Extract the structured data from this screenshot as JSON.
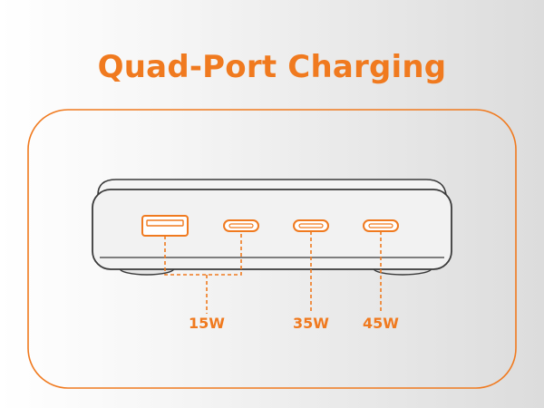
{
  "title": "Quad-Port Charging",
  "ports": [
    {
      "type": "usb-a",
      "watt_label": "15W"
    },
    {
      "type": "usb-c",
      "watt_label": "15W"
    },
    {
      "type": "usb-c",
      "watt_label": "35W"
    },
    {
      "type": "usb-c",
      "watt_label": "45W"
    }
  ],
  "labels": {
    "combined": "15W",
    "port3": "35W",
    "port4": "45W"
  },
  "colors": {
    "accent": "#f07a1f",
    "device_body": "#f2f2f2",
    "device_outline": "#3a3a3a"
  },
  "icons": [
    "usb-a-port-icon",
    "usb-c-port-icon"
  ]
}
